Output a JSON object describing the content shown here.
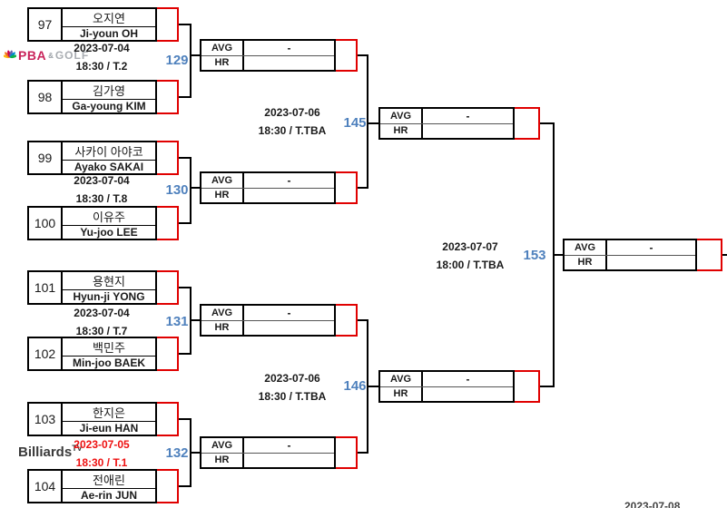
{
  "page": {
    "colors": {
      "match_number_blue": "#4f81bd",
      "bracket_red": "#e00000",
      "highlight_red": "#ee1111"
    },
    "logos": {
      "pba": {
        "name": "PBA",
        "amp": "&",
        "suffix": "GOLF"
      },
      "billiards_tv": {
        "name": "Billiards",
        "sup": "TV"
      }
    },
    "labels": {
      "avg": "AVG",
      "hr": "HR"
    },
    "round1": [
      {
        "number": "129",
        "date": "2023-07-04",
        "time": "18:30 / T.2",
        "player_top": {
          "seed": "97",
          "name_kr": "오지연",
          "name_en": "Ji-youn OH"
        },
        "player_bottom": {
          "seed": "98",
          "name_kr": "김가영",
          "name_en": "Ga-young KIM"
        },
        "result": {
          "avg": "-",
          "hr": ""
        }
      },
      {
        "number": "130",
        "date": "2023-07-04",
        "time": "18:30 / T.8",
        "player_top": {
          "seed": "99",
          "name_kr": "사카이 아야코",
          "name_en": "Ayako SAKAI"
        },
        "player_bottom": {
          "seed": "100",
          "name_kr": "이유주",
          "name_en": "Yu-joo LEE"
        },
        "result": {
          "avg": "-",
          "hr": ""
        }
      },
      {
        "number": "131",
        "date": "2023-07-04",
        "time": "18:30 / T.7",
        "player_top": {
          "seed": "101",
          "name_kr": "용현지",
          "name_en": "Hyun-ji YONG"
        },
        "player_bottom": {
          "seed": "102",
          "name_kr": "백민주",
          "name_en": "Min-joo BAEK"
        },
        "result": {
          "avg": "-",
          "hr": ""
        }
      },
      {
        "number": "132",
        "date": "2023-07-05",
        "time": "18:30 / T.1",
        "date_highlighted": true,
        "player_top": {
          "seed": "103",
          "name_kr": "한지은",
          "name_en": "Ji-eun HAN"
        },
        "player_bottom": {
          "seed": "104",
          "name_kr": "전애린",
          "name_en": "Ae-rin JUN"
        },
        "result": {
          "avg": "-",
          "hr": ""
        }
      }
    ],
    "round2": [
      {
        "number": "145",
        "date": "2023-07-06",
        "time": "18:30 / T.TBA",
        "result": {
          "avg": "-",
          "hr": ""
        }
      },
      {
        "number": "146",
        "date": "2023-07-06",
        "time": "18:30 / T.TBA",
        "result": {
          "avg": "-",
          "hr": ""
        }
      }
    ],
    "final": {
      "number": "153",
      "date": "2023-07-07",
      "time": "18:00 / T.TBA",
      "result": {
        "avg": "-",
        "hr": ""
      }
    },
    "footer_partial_date": "2023-07-08"
  }
}
